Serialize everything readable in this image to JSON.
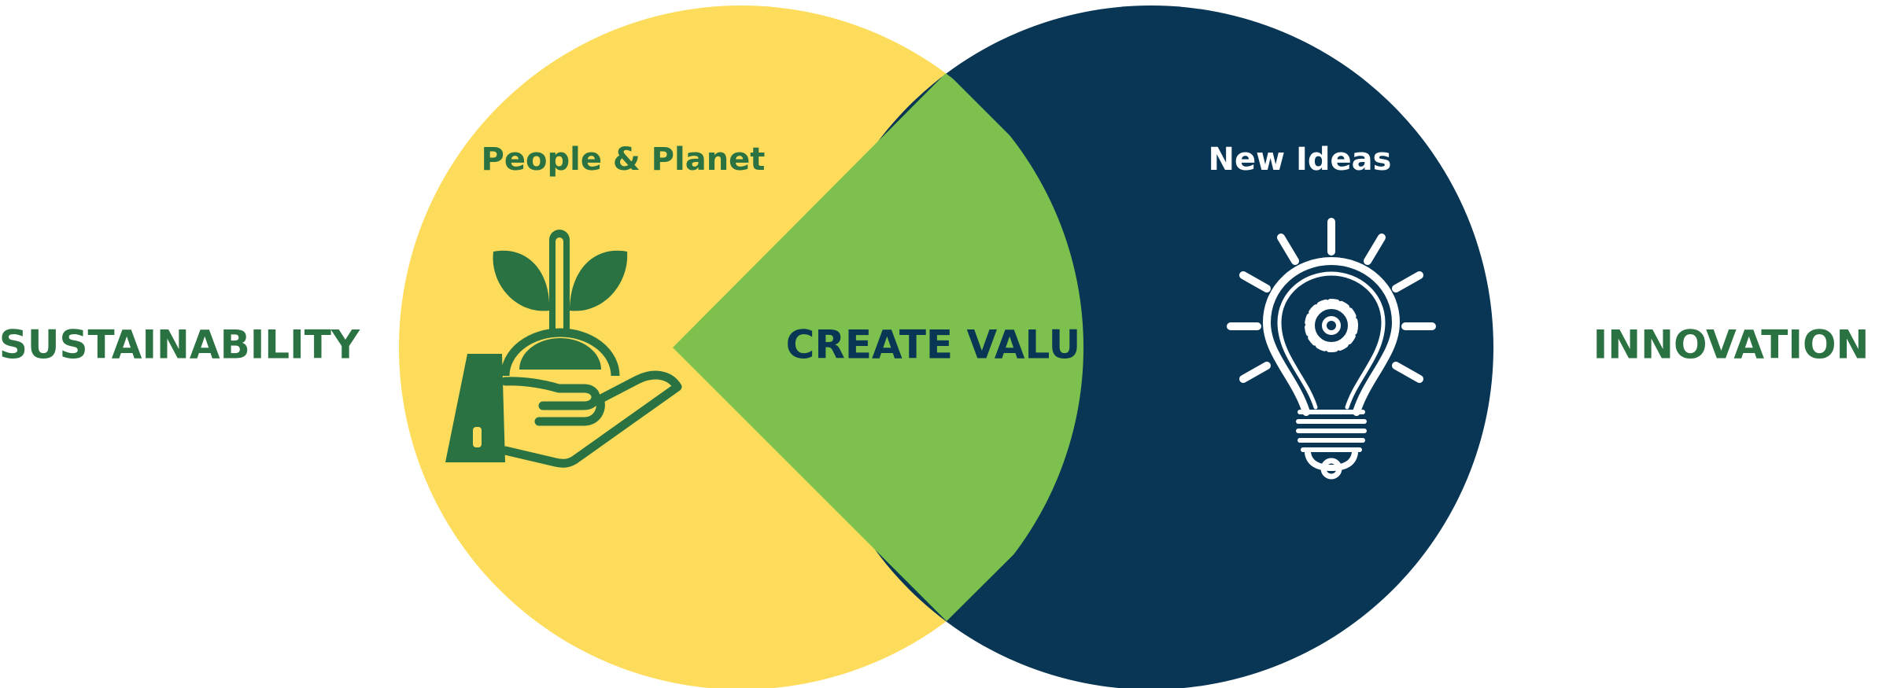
{
  "diagram": {
    "left_label": "SUSTAINABILITY",
    "right_label": "INNOVATION",
    "center_label": "CREATE VALUE",
    "left_circle": {
      "title": "People & Planet",
      "icon": "hand-holding-plant-icon"
    },
    "right_circle": {
      "title": "New Ideas",
      "icon": "lightbulb-gear-icon"
    }
  },
  "colors": {
    "left_circle": "#FDDC5C",
    "right_circle": "#083654",
    "overlap": "#7DC04E",
    "green_text": "#2A7241",
    "navy_text": "#083654",
    "white_text": "#FFFFFF"
  }
}
